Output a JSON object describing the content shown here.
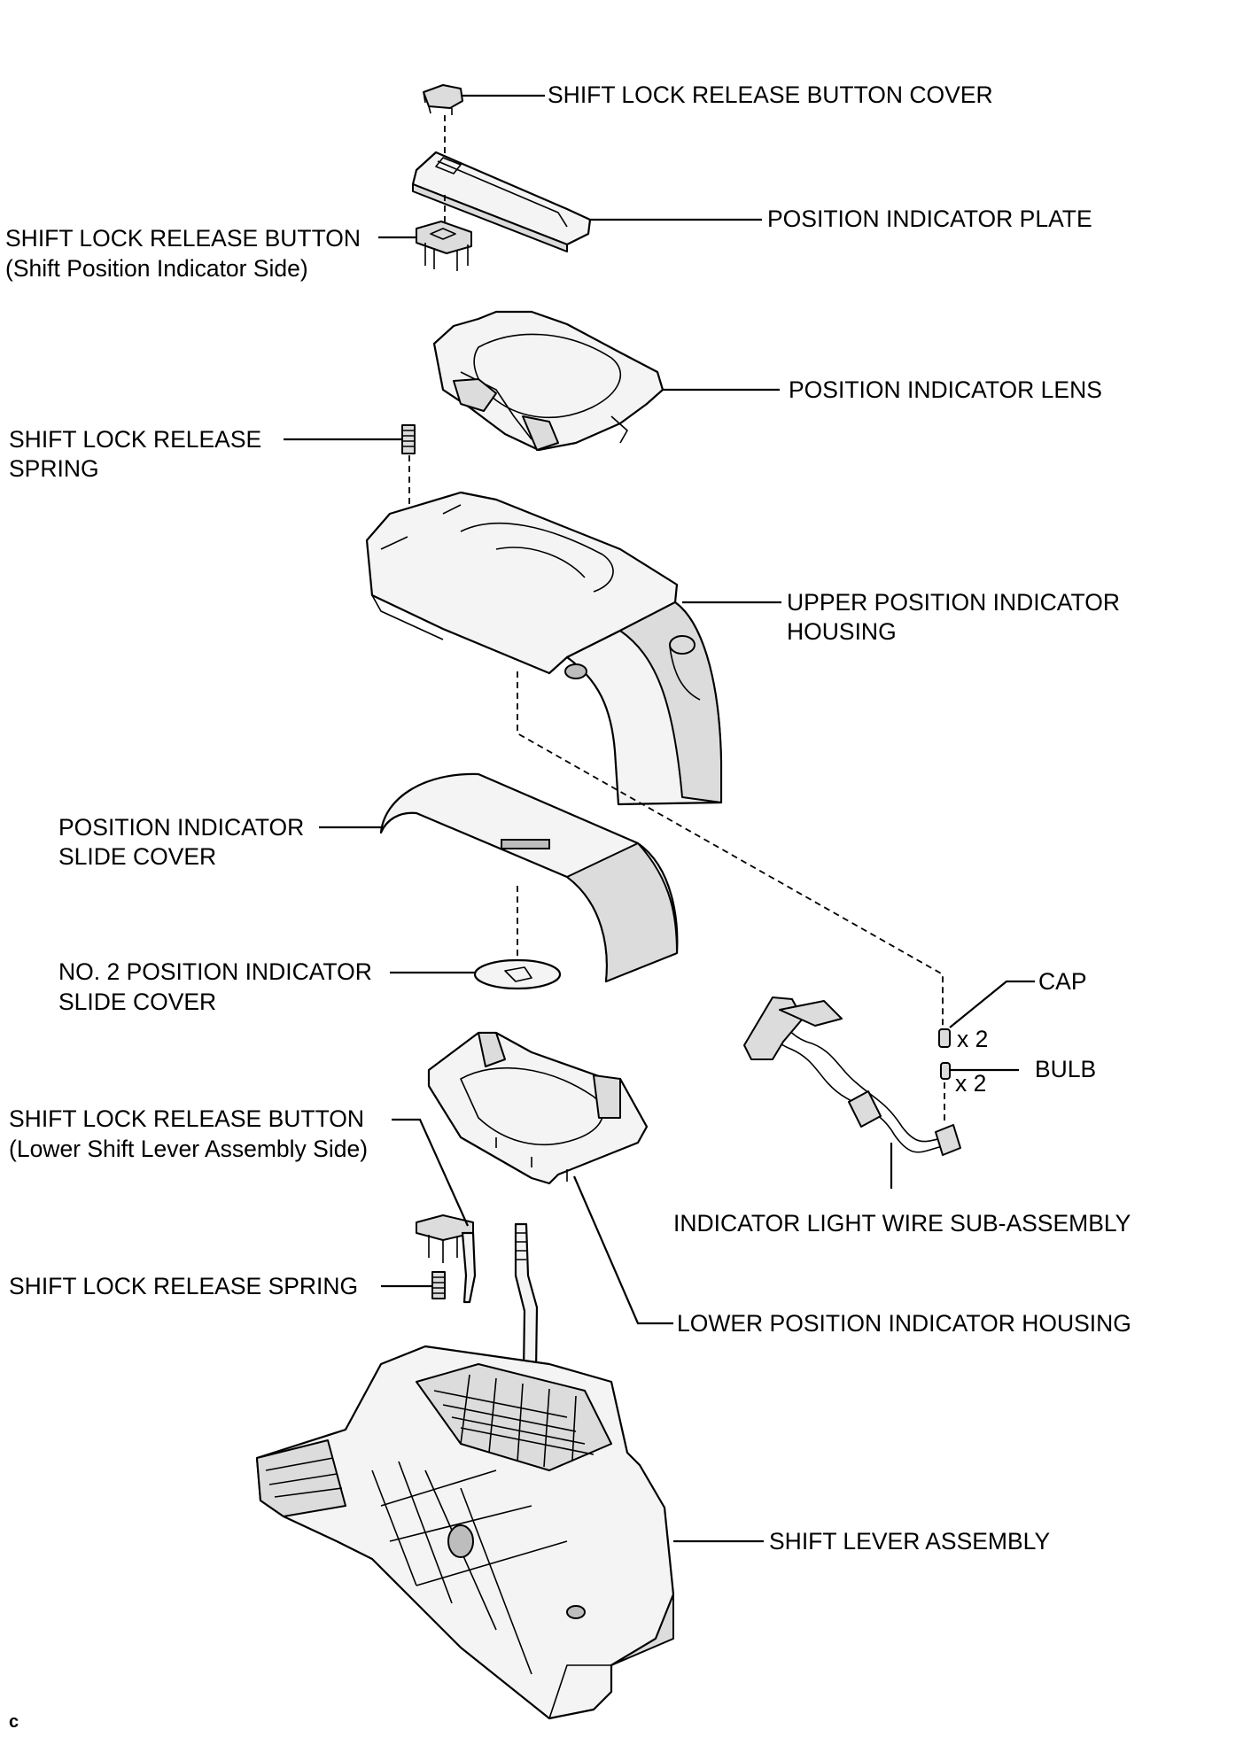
{
  "labels": {
    "button_cover": "SHIFT LOCK RELEASE BUTTON COVER",
    "indicator_plate": "POSITION INDICATOR PLATE",
    "release_button_upper": "SHIFT LOCK RELEASE BUTTON",
    "release_button_upper_note": "(Shift Position Indicator Side)",
    "indicator_lens": "POSITION INDICATOR LENS",
    "release_spring_upper_1": "SHIFT LOCK RELEASE",
    "release_spring_upper_2": "SPRING",
    "upper_housing_1": "UPPER POSITION INDICATOR",
    "upper_housing_2": "HOUSING",
    "slide_cover_1": "POSITION INDICATOR",
    "slide_cover_2": "SLIDE COVER",
    "no2_slide_cover_1": "NO. 2 POSITION INDICATOR",
    "no2_slide_cover_2": "SLIDE COVER",
    "cap": "CAP",
    "cap_qty": "x 2",
    "bulb": "BULB",
    "bulb_qty": "x 2",
    "release_button_lower": "SHIFT LOCK RELEASE BUTTON",
    "release_button_lower_note": "(Lower Shift Lever Assembly Side)",
    "wire_sub_assembly": "INDICATOR LIGHT WIRE SUB-ASSEMBLY",
    "release_spring_lower": "SHIFT LOCK RELEASE SPRING",
    "lower_housing": "LOWER POSITION INDICATOR HOUSING",
    "shift_lever_assembly": "SHIFT LEVER ASSEMBLY",
    "corner_mark": "c"
  }
}
